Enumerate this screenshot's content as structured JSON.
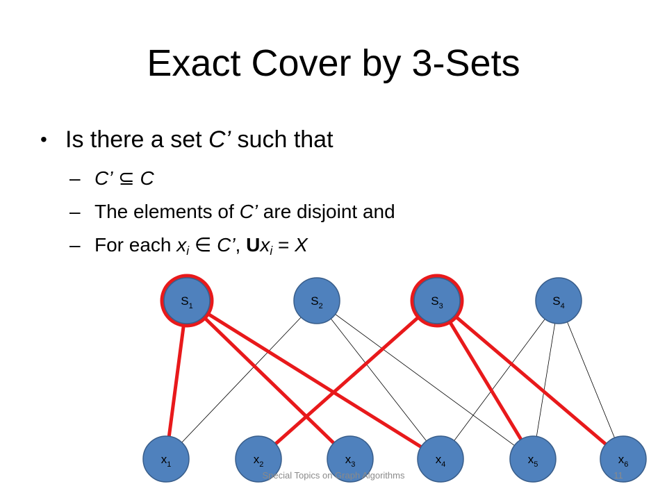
{
  "title": "Exact Cover by 3-Sets",
  "bullets": {
    "main_prefix": "Is there a set ",
    "main_var": "C’",
    "main_suffix": " such that",
    "sub1": {
      "lhs": "C’",
      "symbol": "⊆",
      "rhs": "C"
    },
    "sub2": {
      "prefix": "The elements of ",
      "var": "C’",
      "suffix": " are disjoint and"
    },
    "sub3": {
      "prefix": "For each ",
      "x": "x",
      "i": "i",
      "symbol": "∈",
      "var": "C’",
      "comma": ", ",
      "union": "U",
      "x2": "x",
      "i2": "i",
      "eq": " = ",
      "X": "X"
    }
  },
  "graph": {
    "node_color": "#4f81bd",
    "node_border": "#385d8a",
    "highlight_color": "#e8191b",
    "set_nodes": [
      {
        "id": "S1",
        "base": "S",
        "sub": "1",
        "selected": true
      },
      {
        "id": "S2",
        "base": "S",
        "sub": "2",
        "selected": false
      },
      {
        "id": "S3",
        "base": "S",
        "sub": "3",
        "selected": true
      },
      {
        "id": "S4",
        "base": "S",
        "sub": "4",
        "selected": false
      }
    ],
    "element_nodes": [
      {
        "id": "x1",
        "base": "x",
        "sub": "1"
      },
      {
        "id": "x2",
        "base": "x",
        "sub": "2"
      },
      {
        "id": "x3",
        "base": "x",
        "sub": "3"
      },
      {
        "id": "x4",
        "base": "x",
        "sub": "4"
      },
      {
        "id": "x5",
        "base": "x",
        "sub": "5"
      },
      {
        "id": "x6",
        "base": "x",
        "sub": "6"
      }
    ],
    "edges": [
      {
        "from": "S1",
        "to": "x1",
        "highlighted": true
      },
      {
        "from": "S1",
        "to": "x3",
        "highlighted": true
      },
      {
        "from": "S1",
        "to": "x4",
        "highlighted": true
      },
      {
        "from": "S3",
        "to": "x2",
        "highlighted": true
      },
      {
        "from": "S3",
        "to": "x5",
        "highlighted": true
      },
      {
        "from": "S3",
        "to": "x6",
        "highlighted": true
      },
      {
        "from": "S2",
        "to": "x1",
        "highlighted": false
      },
      {
        "from": "S2",
        "to": "x4",
        "highlighted": false
      },
      {
        "from": "S2",
        "to": "x5",
        "highlighted": false
      },
      {
        "from": "S4",
        "to": "x4",
        "highlighted": false
      },
      {
        "from": "S4",
        "to": "x5",
        "highlighted": false
      },
      {
        "from": "S4",
        "to": "x6",
        "highlighted": false
      }
    ]
  },
  "footer": "Special Topics on Graph Algorithms",
  "page_number": "11"
}
